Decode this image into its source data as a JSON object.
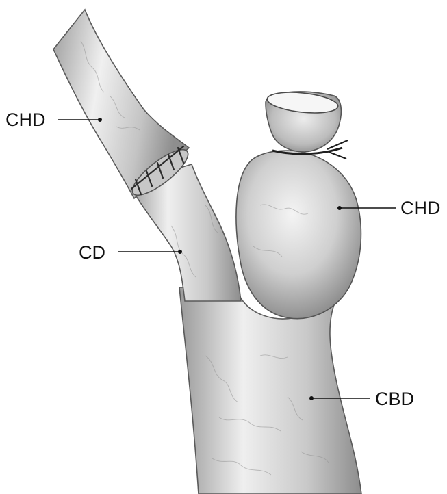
{
  "labels": {
    "chd_left": "CHD",
    "cd": "CD",
    "chd_right": "CHD",
    "cbd": "CBD"
  },
  "colors": {
    "duct_light": "#efefef",
    "duct_mid": "#bdbdbd",
    "duct_dark": "#8a8a8a",
    "outline": "#555555",
    "label": "#111111"
  }
}
